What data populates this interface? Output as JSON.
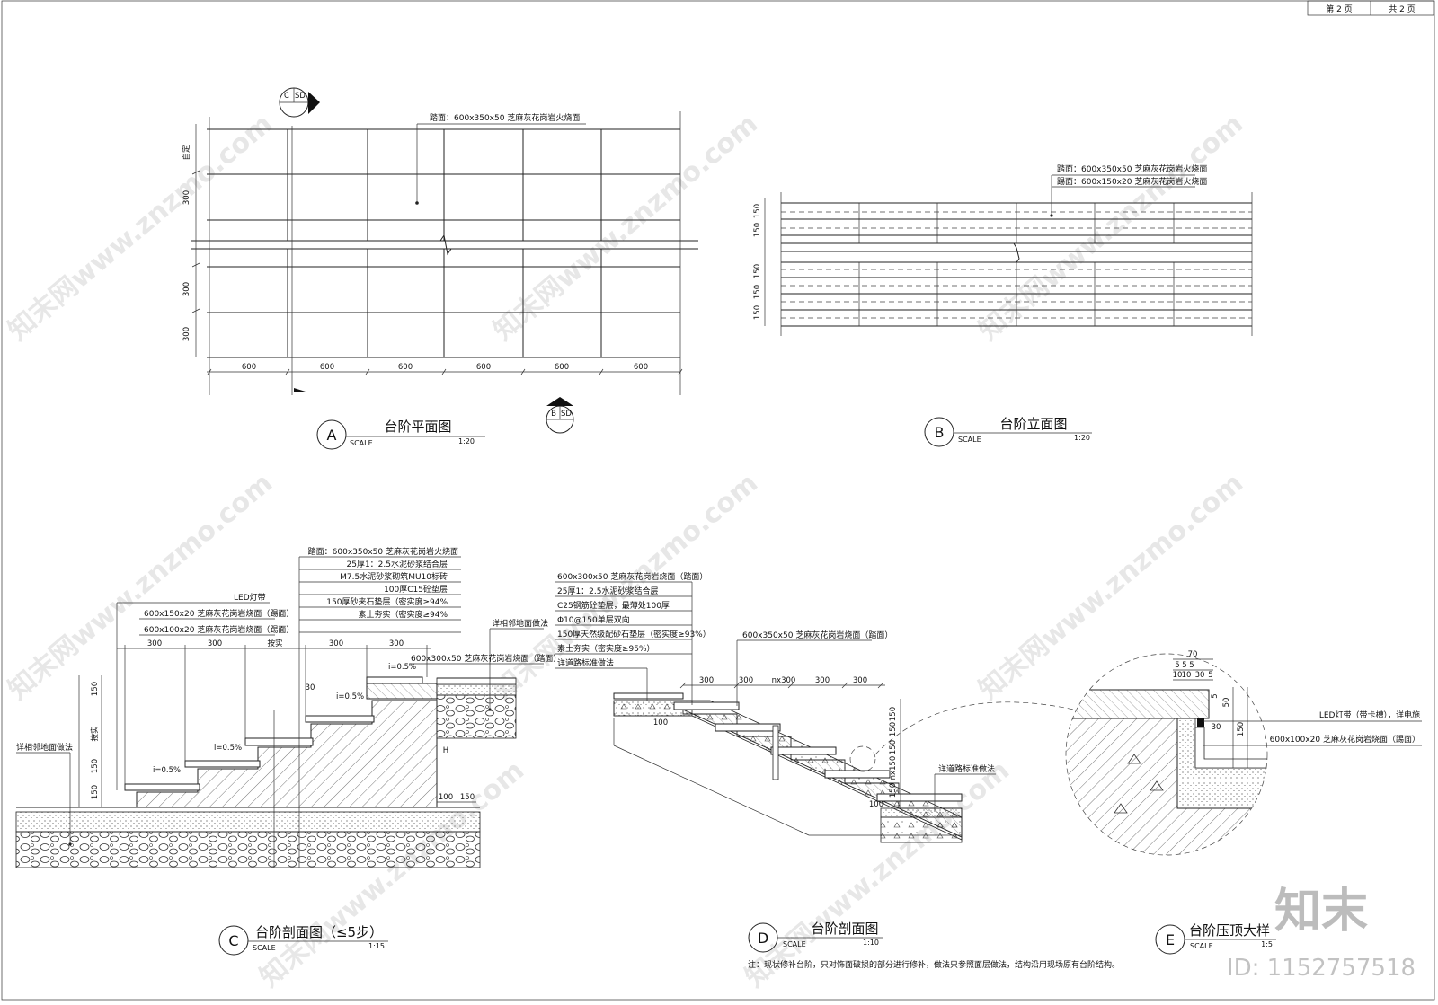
{
  "page_box": {
    "page_no_label": "第 2 页",
    "total_label": "共 2 页"
  },
  "plan_a": {
    "marker": "A",
    "title": "台阶平面图",
    "scale_word": "SCALE",
    "scale": "1:20",
    "callout": "踏面：600x350x50 芝麻灰花岗岩火烧面",
    "vertical_dims": [
      "自定",
      "300",
      "300",
      "300"
    ],
    "horizontal_dims": [
      "600",
      "600",
      "600",
      "600",
      "600",
      "600"
    ],
    "cut_c": {
      "letter": "C",
      "sheet": "SD"
    },
    "cut_b": {
      "letter": "B",
      "sheet": "SD"
    }
  },
  "elev_b": {
    "marker": "B",
    "title": "台阶立面图",
    "scale_word": "SCALE",
    "scale": "1:20",
    "callouts": [
      "踏面：600x350x50 芝麻灰花岗岩火烧面",
      "踢面：600x150x20 芝麻灰花岗岩火烧面"
    ],
    "vertical_dims": [
      "150",
      "150",
      "150",
      "150",
      "150"
    ]
  },
  "sect_c": {
    "marker": "C",
    "title": "台阶剖面图（≤5步）",
    "scale_word": "SCALE",
    "scale": "1:15",
    "layers": [
      "踏面：600x350x50 芝麻灰花岗岩火烧面",
      "25厚1：2.5水泥砂浆结合层",
      "M7.5水泥砂浆砌筑MU10标砖",
      "100厚C15砼垫层",
      "150厚砂夹石垫层（密实度≥94%",
      "素土夯实（密实度≥94%"
    ],
    "left_callouts": [
      "LED灯带",
      "600x150x20 芝麻灰花岗岩烧面（踢面）",
      "600x100x20 芝麻灰花岗岩烧面（踢面）"
    ],
    "adjacent_left": "详相邻地面做法",
    "adjacent_right": "详相邻地面做法",
    "top_right_callout": "600x300x50 芝麻灰花岗岩烧面（踏面）",
    "top_dims": [
      "300",
      "300",
      "按实",
      "300",
      "300"
    ],
    "rise_dims": [
      "150",
      "按实",
      "150",
      "150"
    ],
    "slopes": [
      "i=0.5%",
      "i=0.5%",
      "i=0.5%",
      "i=0.5%"
    ],
    "small_dims": [
      "100",
      "150",
      "30"
    ],
    "h_label": "H"
  },
  "sect_d": {
    "marker": "D",
    "title": "台阶剖面图",
    "scale_word": "SCALE",
    "scale": "1:10",
    "layers": [
      "600x300x50 芝麻灰花岗岩烧面（踏面）",
      "25厚1：2.5水泥砂浆结合层",
      "C25钢筋砼垫层，最薄处100厚",
      "Φ10@150单层双向",
      "150厚天然级配砂石垫层（密实度≥93%）",
      "素土夯实（密实度≥95%）",
      "详道路标准做法"
    ],
    "tread_callout": "600x350x50 芝麻灰花岗岩烧面（踏面）",
    "top_dims": [
      "300",
      "300",
      "nx300",
      "300",
      "300"
    ],
    "rise_dims": [
      "150",
      "150",
      "150",
      "nx150",
      "150"
    ],
    "right_callout": "详道路标准做法",
    "small_dims": [
      "100",
      "100"
    ]
  },
  "detail_e": {
    "marker": "E",
    "title": "台阶压顶大样",
    "scale_word": "SCALE",
    "scale": "1:5",
    "top_dims": [
      "70",
      "5",
      "5",
      "5",
      "10",
      "10",
      "30",
      "5"
    ],
    "side_dims": [
      "5",
      "50",
      "150",
      "30"
    ],
    "callouts": [
      "LED灯带（带卡槽），详电施",
      "600x100x20 芝麻灰花岗岩烧面（踢面）"
    ]
  },
  "note": "注：现状修补台阶，只对饰面破损的部分进行修补，做法只参照面层做法，结构沿用现场原有台阶结构。",
  "brand": {
    "logo": "知末",
    "id_label": "ID: 1152757518",
    "watermark": "知末网www.znzmo.com"
  }
}
